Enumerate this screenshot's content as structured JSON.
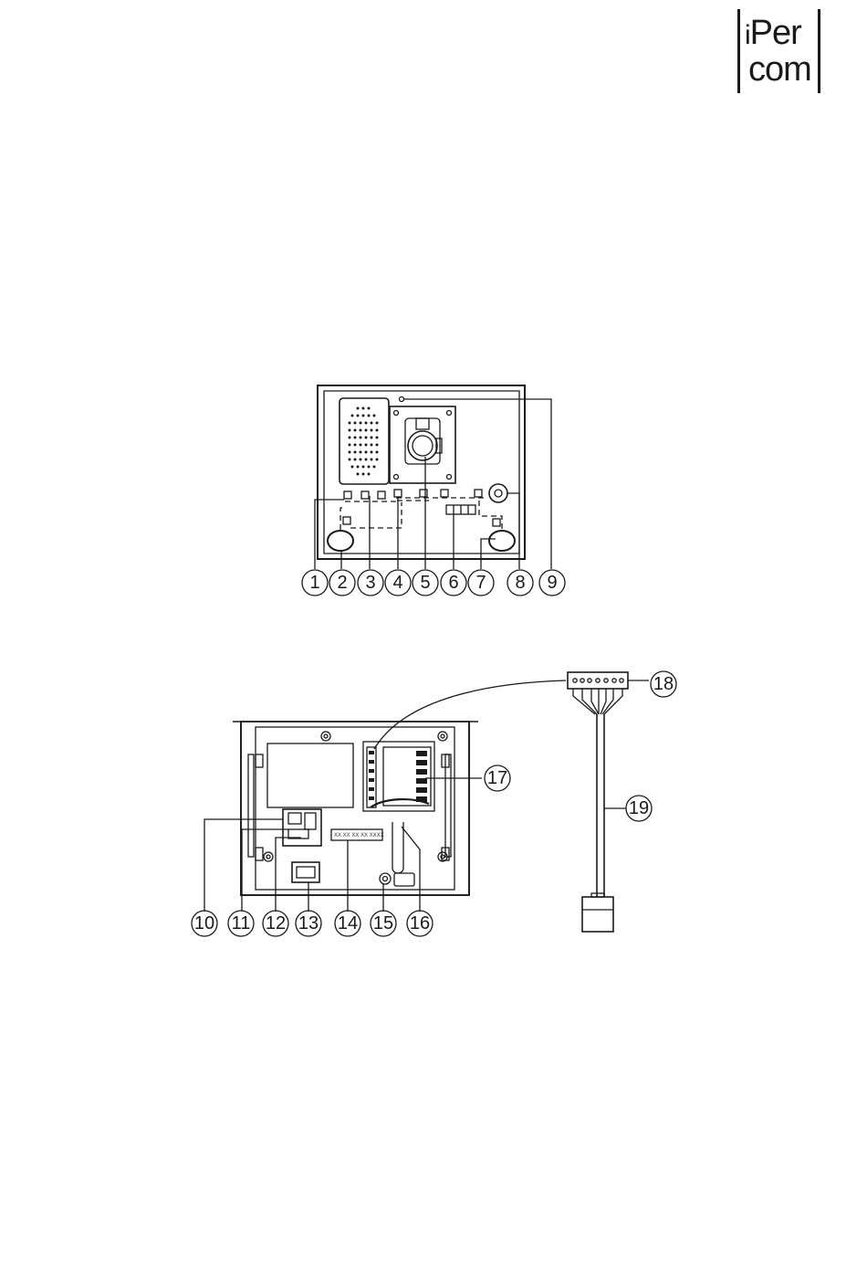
{
  "logo": {
    "line1": "Per",
    "line2": "com",
    "mark": "i"
  },
  "front_panel": {
    "callouts": [
      "1",
      "2",
      "3",
      "4",
      "5",
      "6",
      "7",
      "8",
      "9"
    ]
  },
  "back_panel": {
    "callouts": [
      "10",
      "11",
      "12",
      "13",
      "14",
      "15",
      "16",
      "17"
    ],
    "label_text": "XX XX XX XX XXXX"
  },
  "cable": {
    "callouts": [
      "18",
      "19"
    ]
  }
}
